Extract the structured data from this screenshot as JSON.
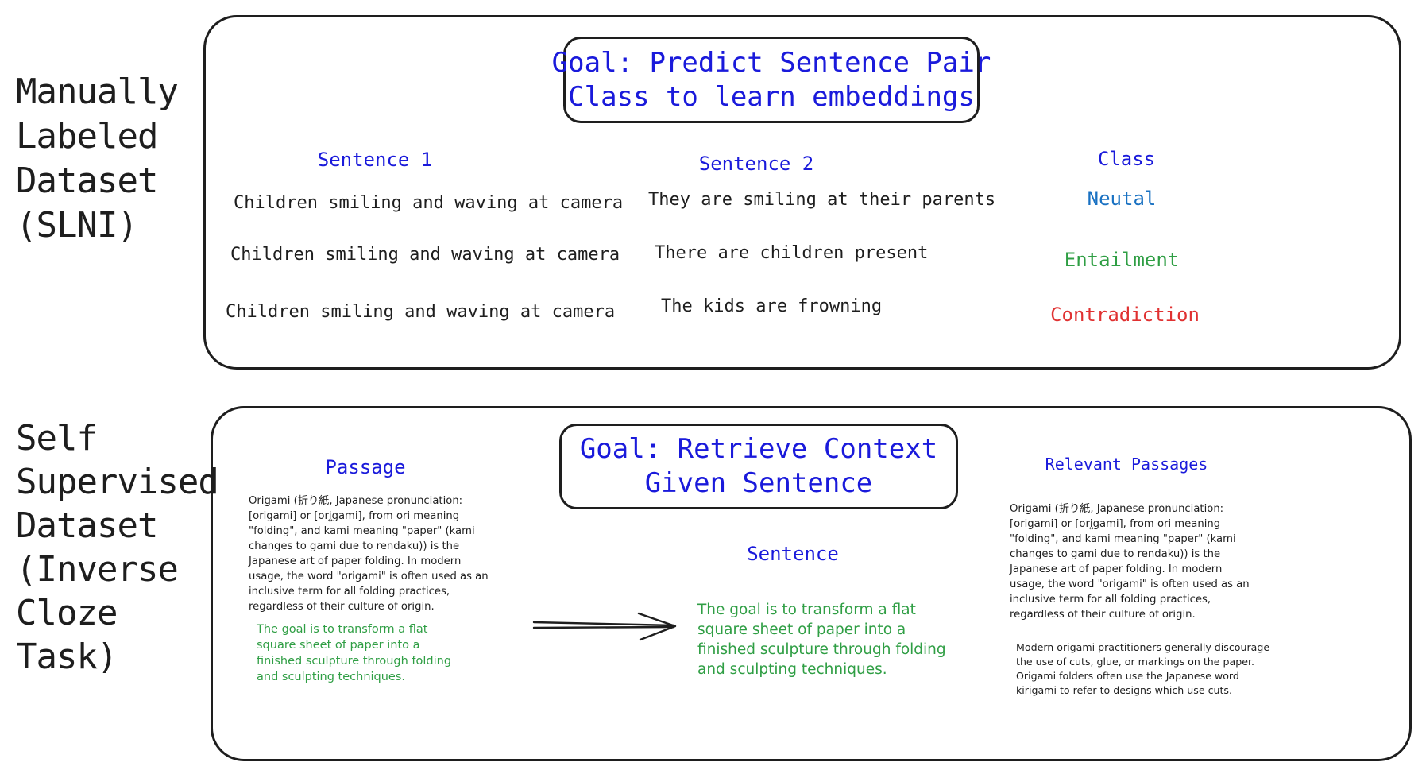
{
  "colors": {
    "stroke": "#1e1e1e",
    "blue": "#1a1adb",
    "neutral": "#1971c2",
    "entailment": "#2f9e44",
    "contradiction": "#e03131",
    "green_text": "#2f9e44"
  },
  "top": {
    "side_label": [
      "Manually",
      "Labeled",
      "Dataset",
      "(SLNI)"
    ],
    "goal": [
      "Goal: Predict Sentence Pair",
      "Class to learn embeddings"
    ],
    "headers": {
      "s1": "Sentence 1",
      "s2": "Sentence 2",
      "cls": "Class"
    },
    "rows": [
      {
        "s1": "Children smiling and waving at camera",
        "s2": "They are smiling at their parents",
        "cls": "Neutal"
      },
      {
        "s1": "Children smiling and waving at camera",
        "s2": "There are children present",
        "cls": "Entailment"
      },
      {
        "s1": "Children smiling and waving at camera",
        "s2": "The kids are frowning",
        "cls": "Contradiction"
      }
    ]
  },
  "bottom": {
    "side_label": [
      "Self",
      "Supervised",
      "Dataset",
      "(Inverse",
      "Cloze",
      "Task)"
    ],
    "goal": [
      "Goal: Retrieve Context",
      "Given Sentence"
    ],
    "passage_header": "Passage",
    "passage_lines": [
      "Origami (折り紙, Japanese pronunciation:",
      "[origami] or [ori͍gami], from ori meaning",
      "\"folding\", and kami meaning \"paper\" (kami",
      "changes to gami due to rendaku)) is the",
      "Japanese art of paper folding. In modern",
      "usage, the word \"origami\" is often used as an",
      "inclusive term for all folding practices,",
      "regardless of their culture of origin."
    ],
    "passage_green_lines": [
      "The goal is to transform a flat",
      "square sheet of paper into a",
      "finished sculpture through folding",
      "and sculpting techniques."
    ],
    "sentence_header": "Sentence",
    "sentence_lines": [
      "The goal is to transform a flat",
      "square sheet of paper into a",
      "finished sculpture through folding",
      "and sculpting techniques."
    ],
    "relevant_header": "Relevant Passages",
    "relevant_lines": [
      "Origami (折り紙, Japanese pronunciation:",
      "[origami] or [ori͍gami], from ori meaning",
      "\"folding\", and kami meaning \"paper\" (kami",
      "changes to gami due to rendaku)) is the",
      "Japanese art of paper folding. In modern",
      "usage, the word \"origami\" is often used as an",
      "inclusive term for all folding practices,",
      "regardless of their culture of origin."
    ],
    "relevant2_lines": [
      "Modern origami practitioners generally discourage",
      "the use of cuts, glue, or markings on the paper.",
      "Origami folders often use the Japanese word",
      "kirigami to refer to designs which use cuts."
    ]
  }
}
